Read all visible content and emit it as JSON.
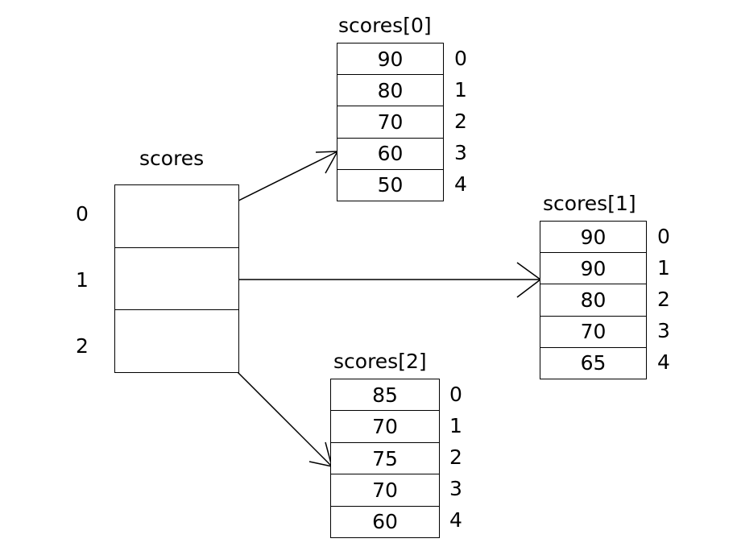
{
  "diagram": {
    "title": "",
    "type": "jagged-2d-array-pointer-diagram",
    "background_color": "#ffffff",
    "stroke_color": "#000000"
  },
  "pointer_array": {
    "label": "scores",
    "indices": [
      "0",
      "1",
      "2"
    ],
    "cells": [
      "",
      "",
      ""
    ]
  },
  "sub_arrays": [
    {
      "label": "scores[0]",
      "indices": [
        "0",
        "1",
        "2",
        "3",
        "4"
      ],
      "values": [
        "90",
        "80",
        "70",
        "60",
        "50"
      ]
    },
    {
      "label": "scores[1]",
      "indices": [
        "0",
        "1",
        "2",
        "3",
        "4"
      ],
      "values": [
        "90",
        "90",
        "80",
        "70",
        "65"
      ]
    },
    {
      "label": "scores[2]",
      "indices": [
        "0",
        "1",
        "2",
        "3",
        "4"
      ],
      "values": [
        "85",
        "70",
        "75",
        "70",
        "60"
      ]
    }
  ],
  "arrows": [
    {
      "name": "arrow-scores0",
      "from_row": "0",
      "to_array": "scores[0]"
    },
    {
      "name": "arrow-scores1",
      "from_row": "1",
      "to_array": "scores[1]"
    },
    {
      "name": "arrow-scores2",
      "from_row": "2",
      "to_array": "scores[2]"
    }
  ]
}
